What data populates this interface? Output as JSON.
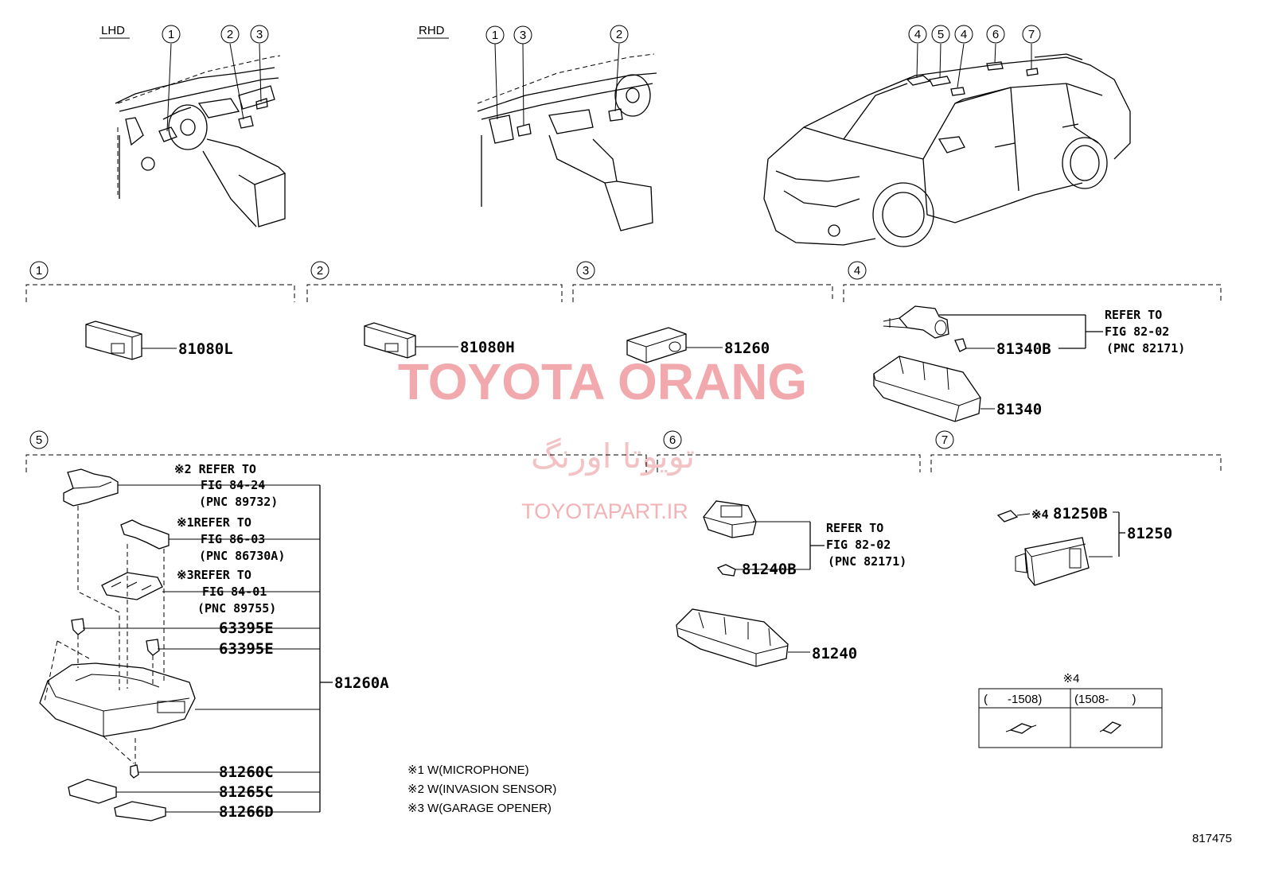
{
  "header": {
    "lhd_label": "LHD",
    "rhd_label": "RHD",
    "lhd_callouts": [
      "1",
      "2",
      "3"
    ],
    "rhd_callouts": [
      "1",
      "3",
      "2"
    ],
    "car_callouts": [
      "4",
      "5",
      "4",
      "6",
      "7"
    ]
  },
  "sections": [
    {
      "id": "1",
      "parts": [
        "81080L"
      ]
    },
    {
      "id": "2",
      "parts": [
        "81080H"
      ]
    },
    {
      "id": "3",
      "parts": [
        "81260"
      ]
    },
    {
      "id": "4",
      "parts": [
        "81340B",
        "81340"
      ],
      "refer": {
        "line1": "REFER TO",
        "line2": "FIG 82-02",
        "line3": "(PNC 82171)"
      }
    },
    {
      "id": "5",
      "assembly": "81260A",
      "refs": [
        {
          "mark": "※2",
          "line1": "REFER TO",
          "line2": "FIG 84-24",
          "line3": "(PNC 89732)"
        },
        {
          "mark": "※1",
          "line1": "REFER TO",
          "line2": "FIG 86-03",
          "line3": "(PNC 86730A)"
        },
        {
          "mark": "※3",
          "line1": "REFER TO",
          "line2": "FIG 84-01",
          "line3": "(PNC 89755)"
        }
      ],
      "parts": [
        "63395E",
        "63395E",
        "81260C",
        "81265C",
        "81266D"
      ]
    },
    {
      "id": "6",
      "parts": [
        "81240B",
        "81240"
      ],
      "refer": {
        "line1": "REFER TO",
        "line2": "FIG 82-02",
        "line3": "(PNC 82171)"
      }
    },
    {
      "id": "7",
      "assembly": "81250",
      "parts": [
        "81250B"
      ],
      "mark": "※4"
    }
  ],
  "footnotes": [
    "※1 W(MICROPHONE)",
    "※2 W(INVASION SENSOR)",
    "※3 W(GARAGE OPENER)"
  ],
  "bulb_table": {
    "title": "※4",
    "col1": "(      -1508)",
    "col2": "(1508-       )"
  },
  "watermark": {
    "main": "TOYOTA ORANG",
    "persian": "تویوتا اورنگ",
    "site": "TOYOTAPART.IR"
  },
  "figure_number": "817475"
}
